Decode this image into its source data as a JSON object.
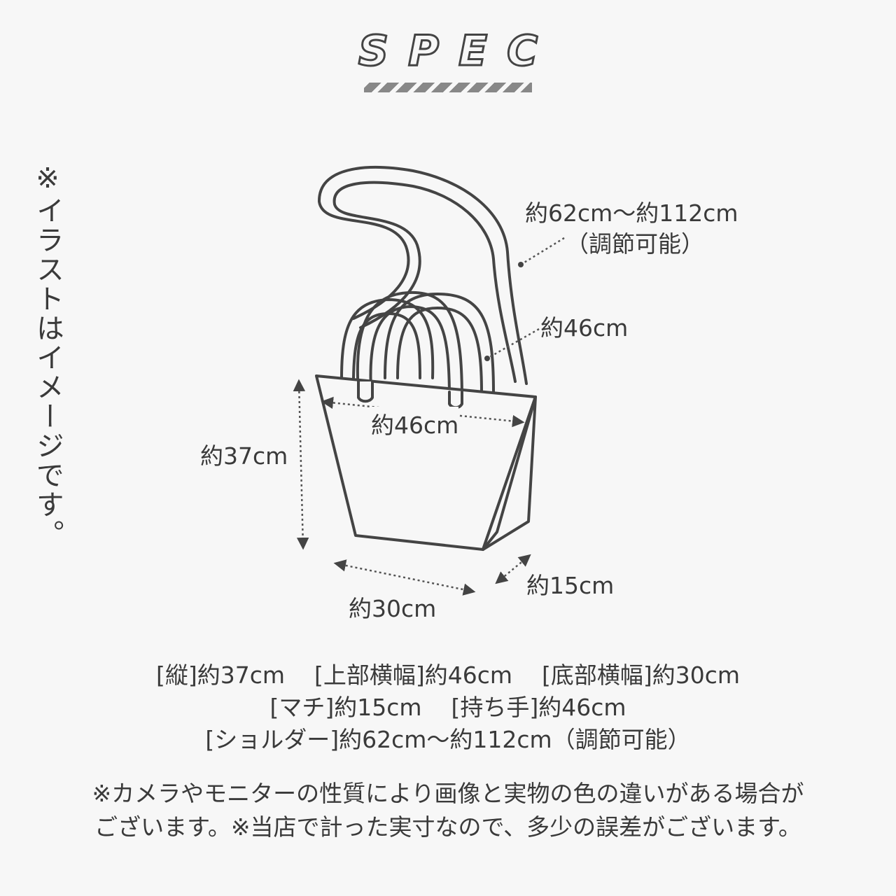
{
  "title": "SPEC",
  "side_note": "※イラストはイメージです。",
  "labels": {
    "shoulder": "約62cm～約112cm",
    "shoulder_note": "（調節可能）",
    "handle": "約46cm",
    "top_width": "約46cm",
    "height": "約37cm",
    "depth": "約15cm",
    "bottom_width": "約30cm"
  },
  "spec": {
    "line1": [
      "[縦]約37cm",
      "[上部横幅]約46cm",
      "[底部横幅]約30cm"
    ],
    "line2": [
      "[マチ]約15cm",
      "[持ち手]約46cm"
    ],
    "line3": [
      "[ショルダー]約62cm～約112cm（調節可能）"
    ]
  },
  "footnote": {
    "line1": "※カメラやモニターの性質により画像と実物の色の違いがある場合が",
    "line2": "ございます。※当店で計った実寸なので、多少の誤差がございます。"
  },
  "colors": {
    "background": "#f7f7f7",
    "line": "#444444",
    "text": "#3a3a3a"
  }
}
